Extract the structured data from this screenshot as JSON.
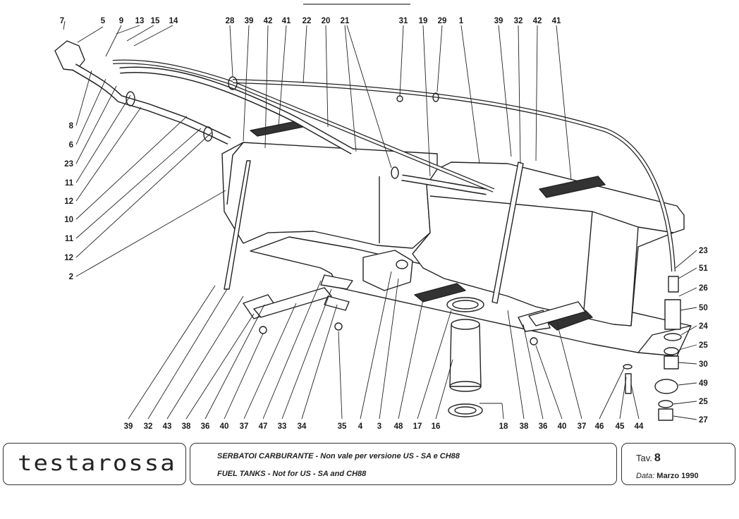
{
  "diagram": {
    "callouts": [
      {
        "id": "c7",
        "text": "7"
      },
      {
        "id": "c5",
        "text": "5"
      },
      {
        "id": "c9",
        "text": "9"
      },
      {
        "id": "c13",
        "text": "13"
      },
      {
        "id": "c15",
        "text": "15"
      },
      {
        "id": "c14",
        "text": "14"
      },
      {
        "id": "c28",
        "text": "28"
      },
      {
        "id": "c39a",
        "text": "39"
      },
      {
        "id": "c42a",
        "text": "42"
      },
      {
        "id": "c41a",
        "text": "41"
      },
      {
        "id": "c22",
        "text": "22"
      },
      {
        "id": "c20",
        "text": "20"
      },
      {
        "id": "c21",
        "text": "21"
      },
      {
        "id": "c31",
        "text": "31"
      },
      {
        "id": "c19",
        "text": "19"
      },
      {
        "id": "c29",
        "text": "29"
      },
      {
        "id": "c1",
        "text": "1"
      },
      {
        "id": "c39b",
        "text": "39"
      },
      {
        "id": "c32a",
        "text": "32"
      },
      {
        "id": "c42b",
        "text": "42"
      },
      {
        "id": "c41b",
        "text": "41"
      },
      {
        "id": "c8",
        "text": "8"
      },
      {
        "id": "c6",
        "text": "6"
      },
      {
        "id": "c23a",
        "text": "23"
      },
      {
        "id": "c11a",
        "text": "11"
      },
      {
        "id": "c12a",
        "text": "12"
      },
      {
        "id": "c10",
        "text": "10"
      },
      {
        "id": "c11b",
        "text": "11"
      },
      {
        "id": "c12b",
        "text": "12"
      },
      {
        "id": "c2",
        "text": "2"
      },
      {
        "id": "c23b",
        "text": "23"
      },
      {
        "id": "c51",
        "text": "51"
      },
      {
        "id": "c26",
        "text": "26"
      },
      {
        "id": "c50",
        "text": "50"
      },
      {
        "id": "c24",
        "text": "24"
      },
      {
        "id": "c25a",
        "text": "25"
      },
      {
        "id": "c30",
        "text": "30"
      },
      {
        "id": "c49",
        "text": "49"
      },
      {
        "id": "c25b",
        "text": "25"
      },
      {
        "id": "c27",
        "text": "27"
      },
      {
        "id": "b39",
        "text": "39"
      },
      {
        "id": "b32",
        "text": "32"
      },
      {
        "id": "b43",
        "text": "43"
      },
      {
        "id": "b38a",
        "text": "38"
      },
      {
        "id": "b36a",
        "text": "36"
      },
      {
        "id": "b40a",
        "text": "40"
      },
      {
        "id": "b37a",
        "text": "37"
      },
      {
        "id": "b47",
        "text": "47"
      },
      {
        "id": "b33",
        "text": "33"
      },
      {
        "id": "b34",
        "text": "34"
      },
      {
        "id": "b35",
        "text": "35"
      },
      {
        "id": "b4",
        "text": "4"
      },
      {
        "id": "b3",
        "text": "3"
      },
      {
        "id": "b48",
        "text": "48"
      },
      {
        "id": "b17",
        "text": "17"
      },
      {
        "id": "b16",
        "text": "16"
      },
      {
        "id": "b18",
        "text": "18"
      },
      {
        "id": "b38b",
        "text": "38"
      },
      {
        "id": "b36b",
        "text": "36"
      },
      {
        "id": "b40b",
        "text": "40"
      },
      {
        "id": "b37b",
        "text": "37"
      },
      {
        "id": "b46",
        "text": "46"
      },
      {
        "id": "b45",
        "text": "45"
      },
      {
        "id": "b44",
        "text": "44"
      }
    ]
  },
  "footer": {
    "logo": "testarossa",
    "description_it": "SERBATOI CARBURANTE - Non vale per versione US - SA e CH88",
    "description_en": "FUEL TANKS - Not for US - SA and CH88",
    "tav_label": "Tav.",
    "tav_number": "8",
    "date_label": "Data:",
    "date_value": "Marzo 1990"
  }
}
